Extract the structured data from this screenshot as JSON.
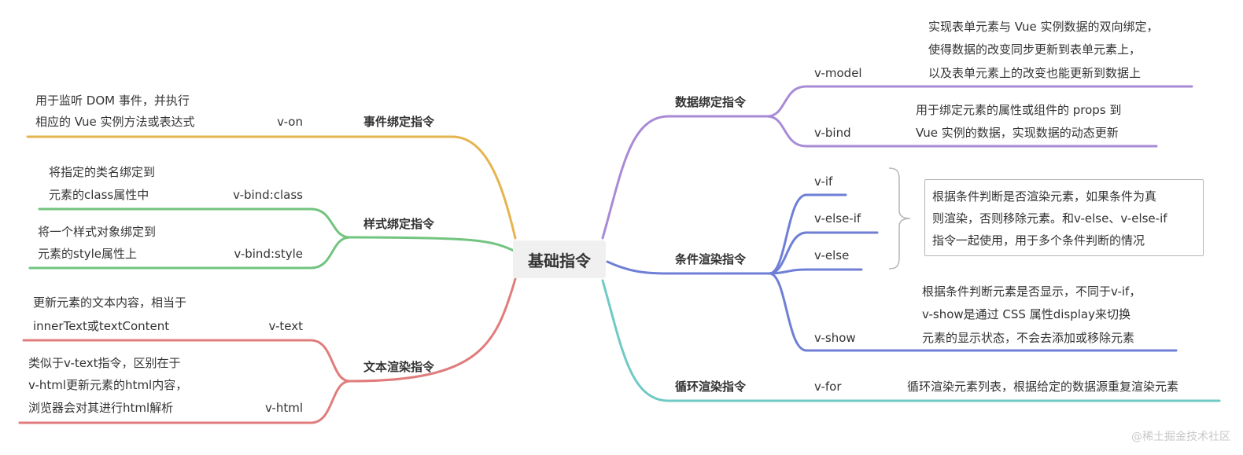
{
  "center_label": "基础指令",
  "colors": {
    "event": "#e6b44e",
    "style": "#72c47f",
    "text": "#e07c7c",
    "data": "#a88ad6",
    "cond": "#6f7fd6",
    "loop": "#6fc9c4",
    "note_border": "#b5b5b5",
    "center_bg": "#f0f0f0"
  },
  "left": {
    "event": {
      "label": "事件绑定指令",
      "items": [
        {
          "directive": "v-on",
          "desc": [
            "用于监听 DOM 事件，并执行",
            "相应的 Vue 实例方法或表达式"
          ]
        }
      ]
    },
    "style": {
      "label": "样式绑定指令",
      "items": [
        {
          "directive": "v-bind:class",
          "desc": [
            "将指定的类名绑定到",
            "元素的class属性中"
          ]
        },
        {
          "directive": "v-bind:style",
          "desc": [
            "将一个样式对象绑定到",
            "元素的style属性上"
          ]
        }
      ]
    },
    "text": {
      "label": "文本渲染指令",
      "items": [
        {
          "directive": "v-text",
          "desc": [
            "更新元素的文本内容，相当于",
            "innerText或textContent"
          ]
        },
        {
          "directive": "v-html",
          "desc": [
            "类似于v-text指令，区别在于",
            "v-html更新元素的html内容，",
            "浏览器会对其进行html解析"
          ]
        }
      ]
    }
  },
  "right": {
    "data": {
      "label": "数据绑定指令",
      "items": [
        {
          "directive": "v-model",
          "desc": [
            "实现表单元素与 Vue 实例数据的双向绑定，",
            "使得数据的改变同步更新到表单元素上，",
            "以及表单元素上的改变也能更新到数据上"
          ]
        },
        {
          "directive": "v-bind",
          "desc": [
            "用于绑定元素的属性或组件的 props 到",
            "Vue 实例的数据，实现数据的动态更新"
          ]
        }
      ]
    },
    "cond": {
      "label": "条件渲染指令",
      "items": [
        {
          "directive": "v-if"
        },
        {
          "directive": "v-else-if"
        },
        {
          "directive": "v-else"
        },
        {
          "directive": "v-show",
          "desc": [
            "根据条件判断元素是否显示，不同于v-if，",
            "v-show是通过 CSS 属性display来切换",
            "元素的显示状态，不会去添加或移除元素"
          ]
        }
      ],
      "note": [
        "根据条件判断是否渲染元素，如果条件为真",
        "则渲染，否则移除元素。和v-else、v-else-if",
        "指令一起使用，用于多个条件判断的情况"
      ]
    },
    "loop": {
      "label": "循环渲染指令",
      "items": [
        {
          "directive": "v-for",
          "desc": [
            "循环渲染元素列表，根据给定的数据源重复渲染元素"
          ]
        }
      ]
    }
  },
  "watermark": "@稀土掘金技术社区"
}
